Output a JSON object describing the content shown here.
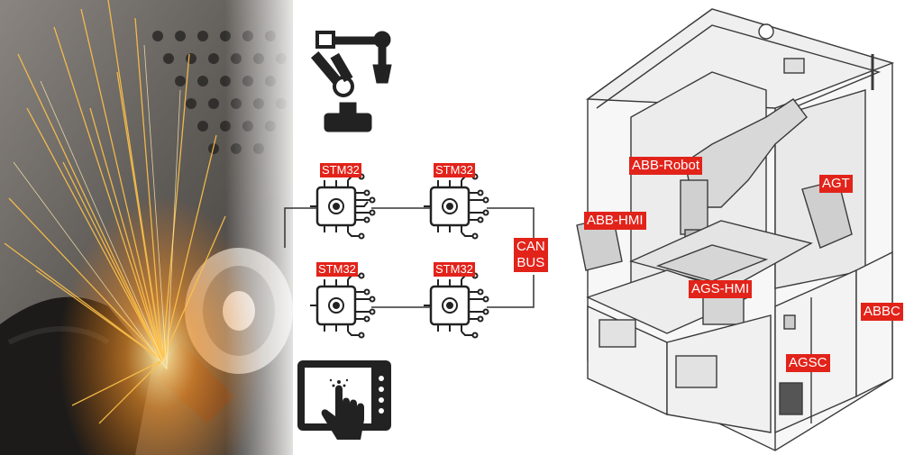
{
  "left_panel": {
    "icons": [
      "robot-arm-icon",
      "microcontroller-icon",
      "touchscreen-hmi-icon"
    ]
  },
  "chips": [
    {
      "label": "STM32"
    },
    {
      "label": "STM32"
    },
    {
      "label": "STM32"
    },
    {
      "label": "STM32"
    }
  ],
  "bus": {
    "line1": "CAN",
    "line2": "BUS"
  },
  "machine_labels": {
    "abb_robot": "ABB-Robot",
    "agt": "AGT",
    "abb_hmi": "ABB-HMI",
    "ags_hmi": "AGS-HMI",
    "abbc": "ABBC",
    "agsc": "AGSC"
  },
  "colors": {
    "tag_red": "#e2231a",
    "icon_dark": "#222222",
    "line_gray": "#333333"
  }
}
